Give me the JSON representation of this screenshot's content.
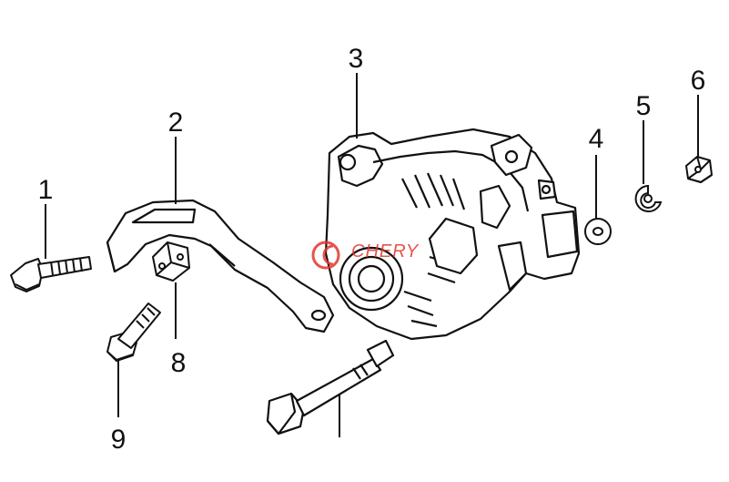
{
  "diagram": {
    "callouts": [
      {
        "id": "1",
        "label": "1"
      },
      {
        "id": "2",
        "label": "2"
      },
      {
        "id": "3",
        "label": "3"
      },
      {
        "id": "4",
        "label": "4"
      },
      {
        "id": "5",
        "label": "5"
      },
      {
        "id": "6",
        "label": "6"
      },
      {
        "id": "8",
        "label": "8"
      },
      {
        "id": "9",
        "label": "9"
      }
    ],
    "watermark": {
      "text": "CHERY",
      "color": "#e2362e"
    },
    "colors": {
      "line": "#111111",
      "background": "#ffffff"
    }
  }
}
